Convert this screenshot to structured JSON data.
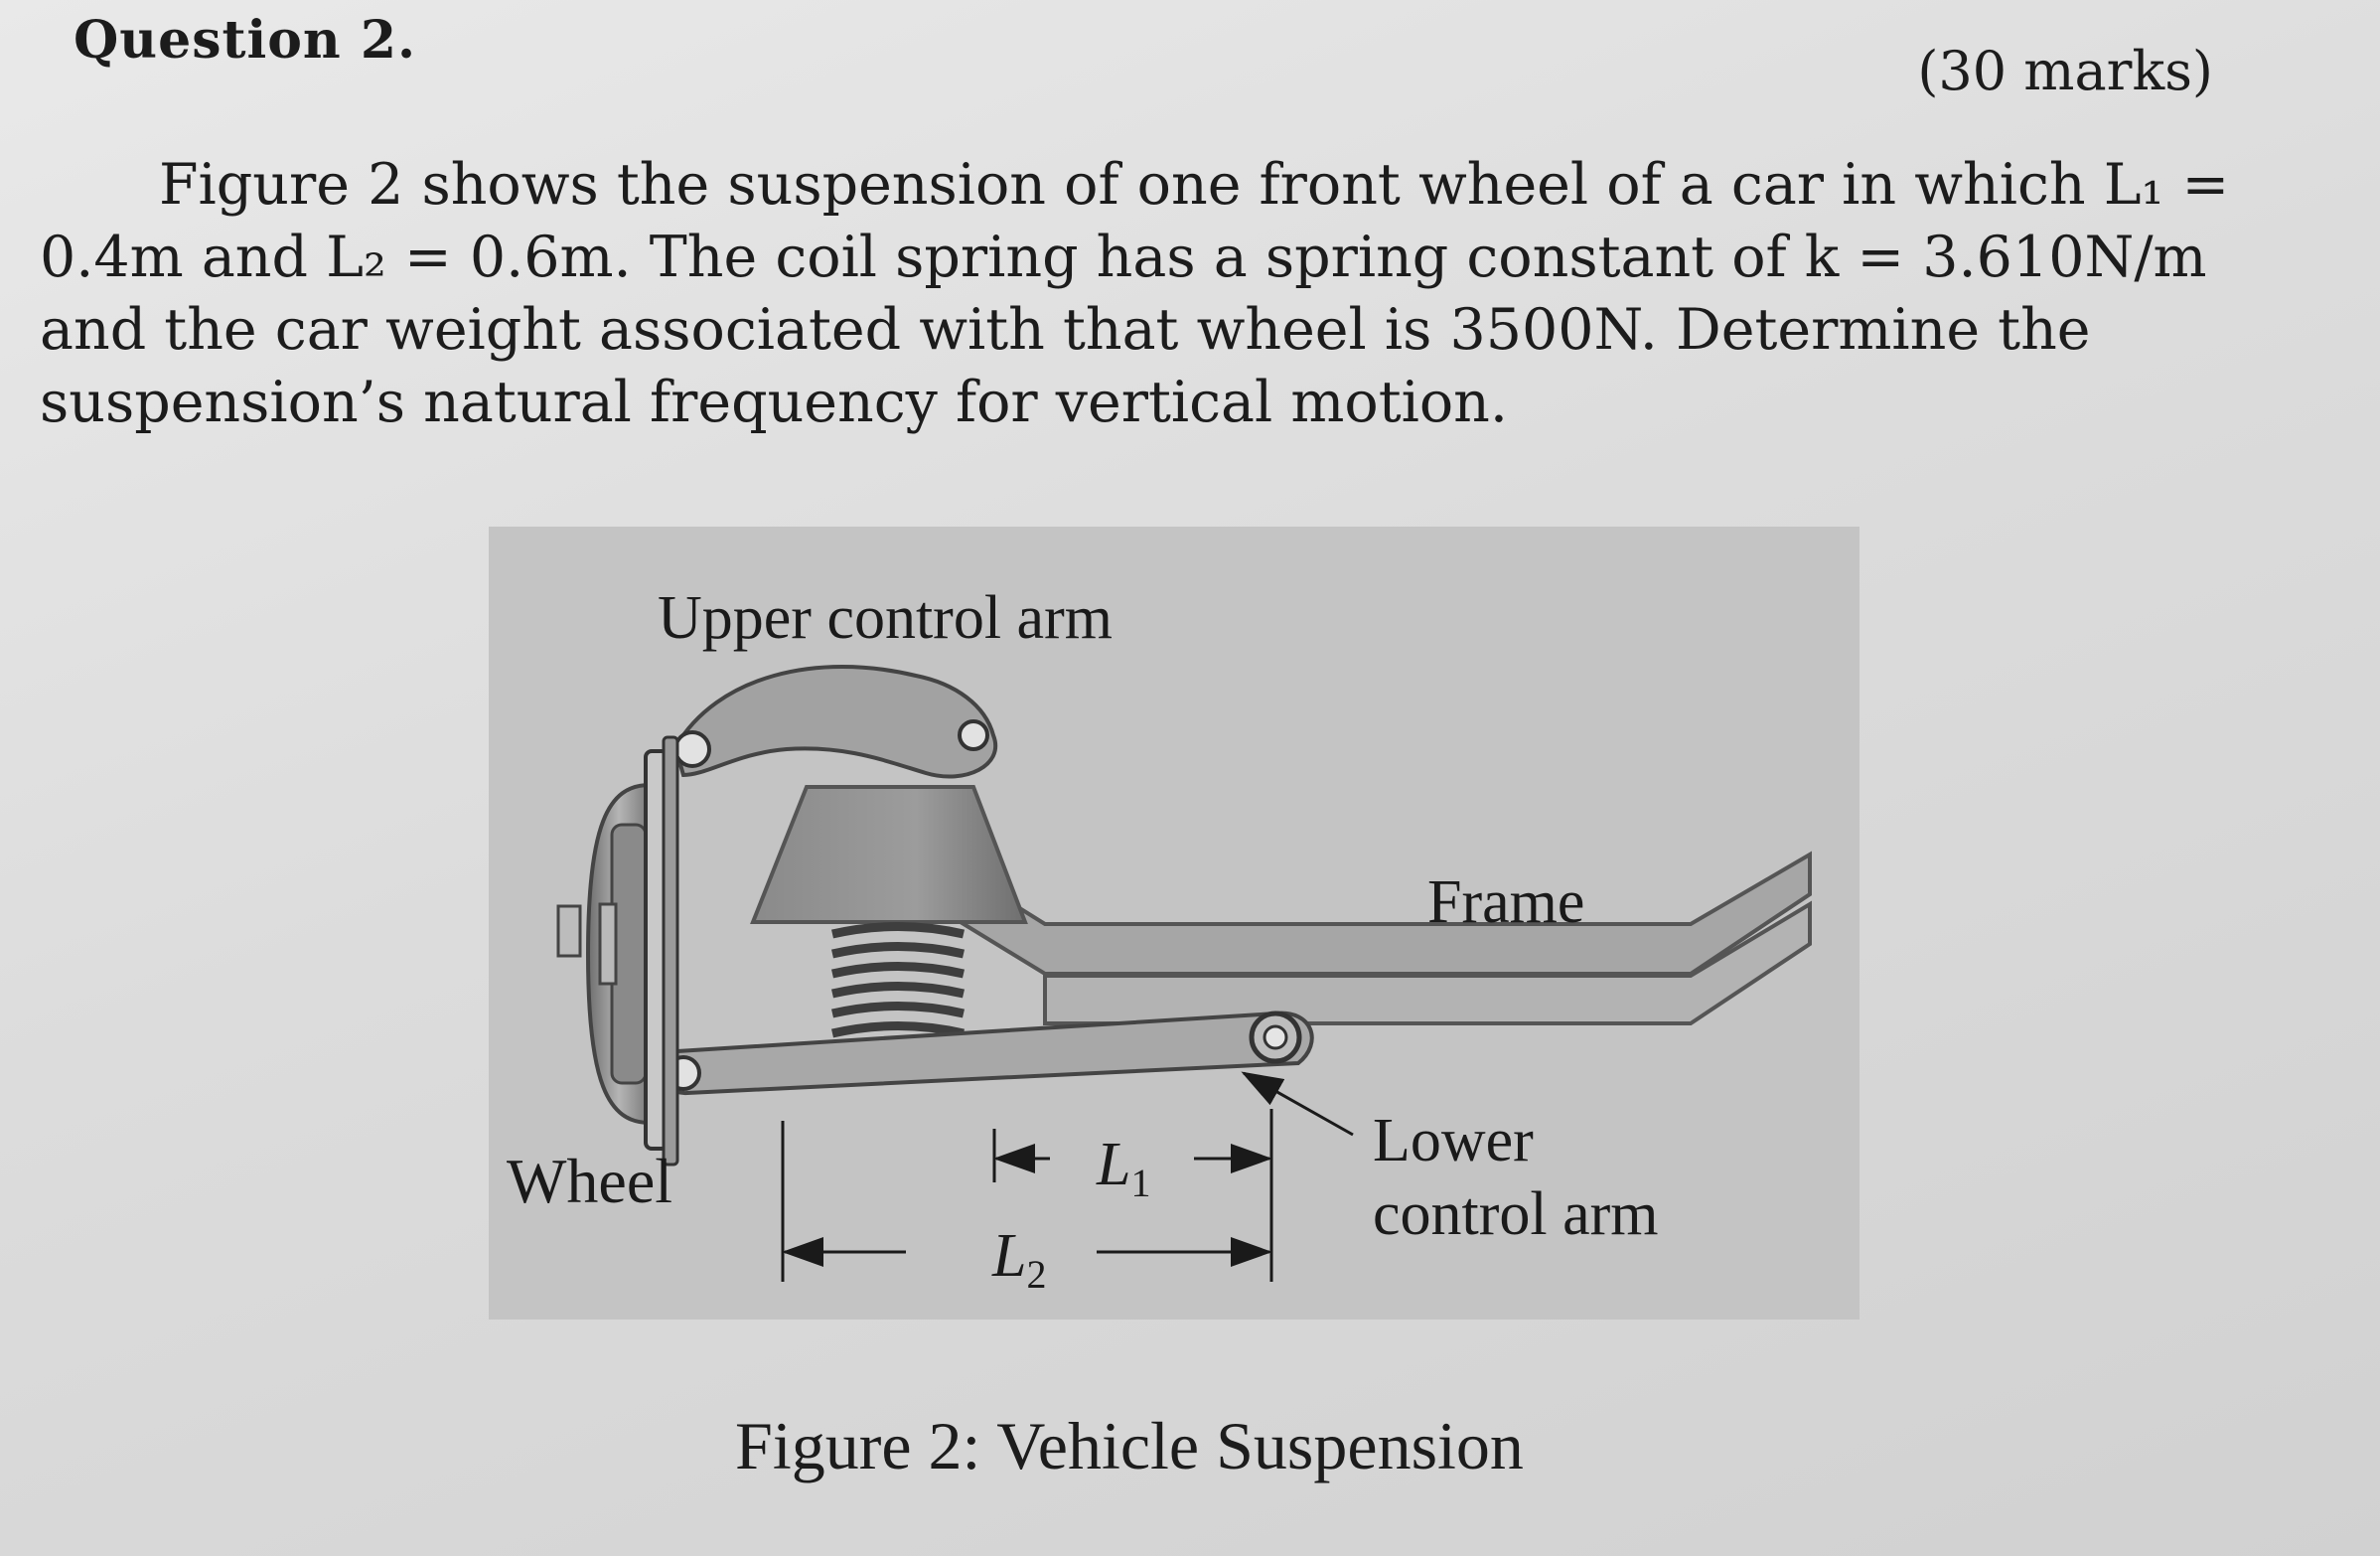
{
  "question": {
    "title": "Question 2.",
    "marks": "(30 marks)"
  },
  "body": {
    "line1": "Figure 2 shows the suspension of one front wheel of a car in which L₁ =",
    "line2": "0.4m and L₂ = 0.6m. The coil spring has a spring constant of k = 3.610N/m",
    "line3": "and the car weight associated with that wheel is 3500N. Determine the",
    "line4": "suspension’s natural frequency for vertical motion."
  },
  "figure": {
    "labels": {
      "upper_control_arm": "Upper control arm",
      "frame": "Frame",
      "wheel": "Wheel",
      "lower": "Lower",
      "control_arm": "control arm",
      "l1": "L",
      "l1_sub": "1",
      "l2": "L",
      "l2_sub": "2"
    },
    "caption": "Figure 2: Vehicle Suspension"
  },
  "colors": {
    "figure_background": "#c4c4c4",
    "metal_dark": "#7d7d7d",
    "metal_mid": "#a3a3a3",
    "metal_light": "#cfcfcf"
  }
}
